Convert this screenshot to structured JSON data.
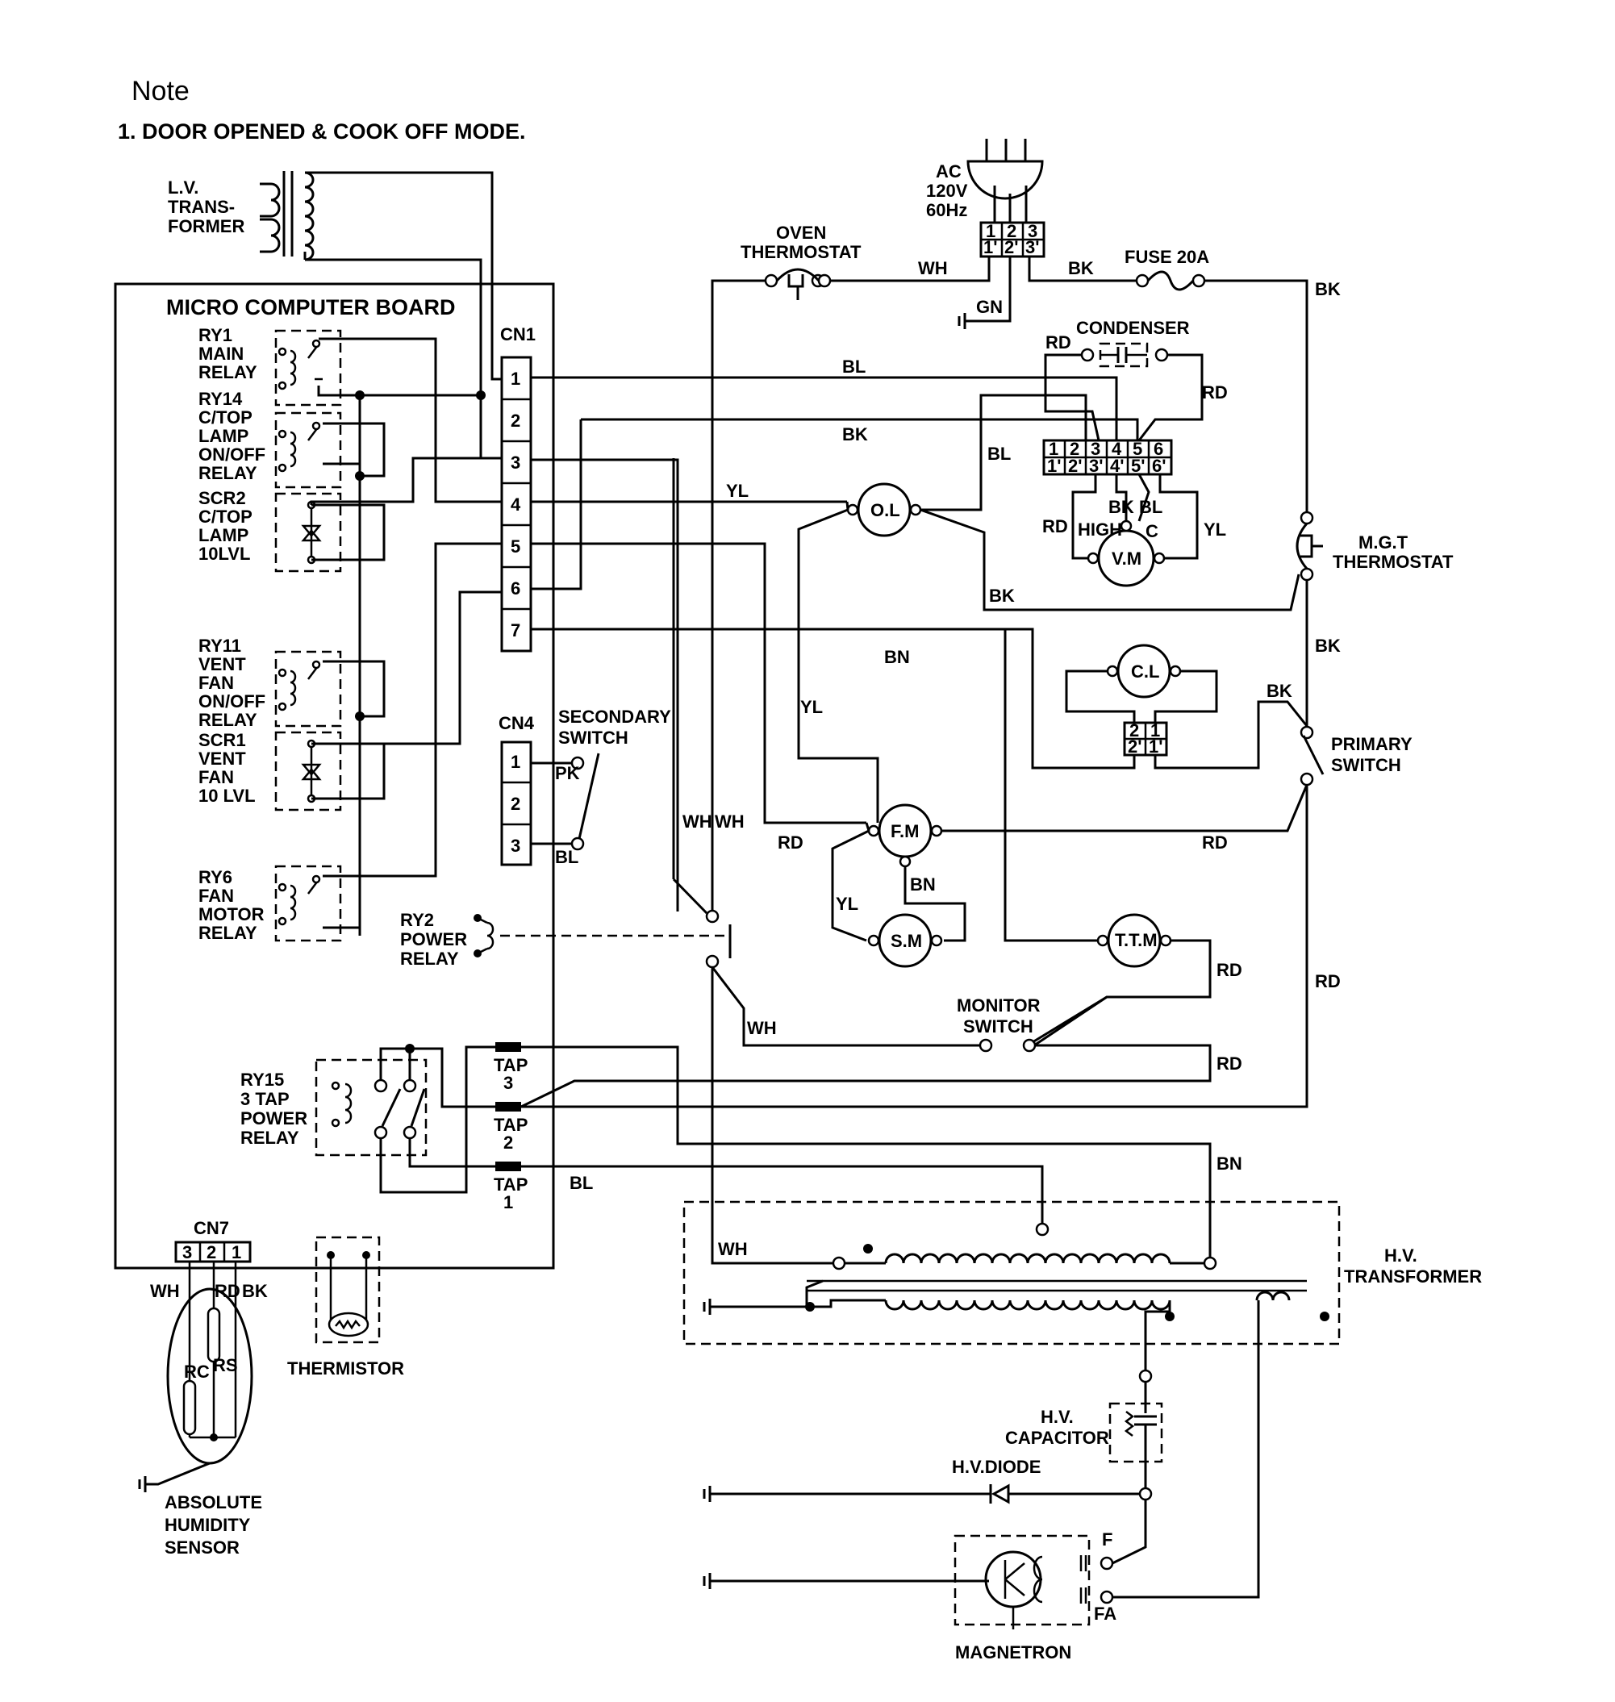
{
  "note": {
    "title": "Note",
    "line1": "1. DOOR OPENED & COOK OFF MODE."
  },
  "power": {
    "ac": "AC",
    "voltage": "120V",
    "freq": "60Hz",
    "plug_top": [
      "1",
      "2",
      "3"
    ],
    "plug_bottom": [
      "1'",
      "2'",
      "3'"
    ],
    "gn": "GN"
  },
  "components": {
    "lv_transformer": [
      "L.V.",
      "TRANS-",
      "FORMER"
    ],
    "micro_board": "MICRO COMPUTER BOARD",
    "cn1": "CN1",
    "cn1_pins": [
      "1",
      "2",
      "3",
      "4",
      "5",
      "6",
      "7"
    ],
    "cn4": "CN4",
    "cn4_pins": [
      "1",
      "2",
      "3"
    ],
    "cn7": "CN7",
    "cn7_pins": [
      "3",
      "2",
      "1"
    ],
    "ry1": [
      "RY1",
      "MAIN",
      "RELAY"
    ],
    "ry14": [
      "RY14",
      "C/TOP",
      "LAMP",
      "ON/OFF",
      "RELAY"
    ],
    "scr2": [
      "SCR2",
      "C/TOP",
      "LAMP",
      "10LVL"
    ],
    "ry11": [
      "RY11",
      "VENT",
      "FAN",
      "ON/OFF",
      "RELAY"
    ],
    "scr1": [
      "SCR1",
      "VENT",
      "FAN",
      "10 LVL"
    ],
    "ry6": [
      "RY6",
      "FAN",
      "MOTOR",
      "RELAY"
    ],
    "ry2": [
      "RY2",
      "POWER",
      "RELAY"
    ],
    "ry15": [
      "RY15",
      "3 TAP",
      "POWER",
      "RELAY"
    ],
    "tap3": [
      "TAP",
      "3"
    ],
    "tap2": [
      "TAP",
      "2"
    ],
    "tap1": [
      "TAP",
      "1"
    ],
    "oven_thermostat": [
      "OVEN",
      "THERMOSTAT"
    ],
    "fuse": "FUSE 20A",
    "condenser": "CONDENSER",
    "conn6_top": [
      "1",
      "2",
      "3",
      "4",
      "5",
      "6"
    ],
    "conn6_bottom": [
      "1'",
      "2'",
      "3'",
      "4'",
      "5'",
      "6'"
    ],
    "ol": "O.L",
    "vm": "V.M",
    "vm_high": "HIGH",
    "vm_c": "C",
    "mgt_thermostat": [
      "M.G.T",
      "THERMOSTAT"
    ],
    "cl": "C.L",
    "cl_conn_left": [
      "2",
      "2'"
    ],
    "cl_conn_right": [
      "1",
      "1'"
    ],
    "primary_switch": [
      "PRIMARY",
      "SWITCH"
    ],
    "secondary_switch": [
      "SECONDARY",
      "SWITCH"
    ],
    "fm": "F.M",
    "sm": "S.M",
    "ttm": "T.T.M",
    "monitor_switch": [
      "MONITOR",
      "SWITCH"
    ],
    "hv_transformer": [
      "H.V.",
      "TRANSFORMER"
    ],
    "hv_capacitor": [
      "H.V.",
      "CAPACITOR"
    ],
    "hv_diode": "H.V.DIODE",
    "magnetron": "MAGNETRON",
    "mag_f": "F",
    "mag_fa": "FA",
    "thermistor": "THERMISTOR",
    "humidity_sensor": [
      "ABSOLUTE",
      "HUMIDITY",
      "SENSOR"
    ],
    "hs_rc": "RC",
    "hs_rs": "RS"
  },
  "wire_labels": {
    "wh": "WH",
    "bk": "BK",
    "bl": "BL",
    "rd": "RD",
    "yl": "YL",
    "bn": "BN",
    "pk": "PK",
    "gn": "GN"
  }
}
